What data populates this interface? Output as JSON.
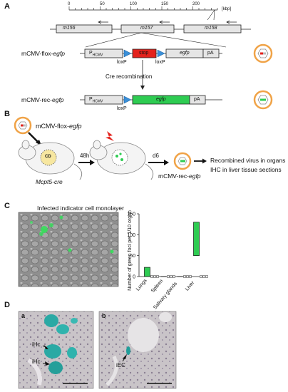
{
  "panel_labels": {
    "a": "A",
    "b": "B",
    "c": "C",
    "d": "D"
  },
  "panelA": {
    "scale_unit": "[kbp]",
    "scale_ticks": [
      "0",
      "50",
      "100",
      "150",
      "200"
    ],
    "genes": [
      "m156",
      "m157",
      "m158"
    ],
    "flox_name": "mCMV-flox-",
    "flox_italic": "egfp",
    "rec_name": "mCMV-rec-",
    "rec_italic": "egfp",
    "promoter": "P",
    "promoter_sub": "HCMV",
    "stop": "stop",
    "egfp": "egfp",
    "pA": "pA",
    "loxP": "loxP",
    "cre_recombination": "Cre recombination"
  },
  "panelB": {
    "virus_label_prefix": "mCMV-flox-",
    "virus_label_italic": "egfp",
    "mouse_label": "Mcpt5-cre",
    "mouse_inside": "CD",
    "time1": "48h",
    "time2": "d6",
    "rec_label_prefix": "mCMV-rec-",
    "rec_label_italic": "egfp",
    "outcome_line1": "Recombined virus in organs",
    "outcome_line2": "IHC in liver tissue sections"
  },
  "panelC": {
    "micrograph_title": "Infected indicator cell monolayer"
  },
  "chart_data": {
    "type": "bar",
    "ylabel": "Number of green foci per 1/10 organ",
    "ylim": [
      0,
      150
    ],
    "yticks": [
      0,
      50,
      100,
      150
    ],
    "categories": [
      "Lungs",
      "Spleen",
      "Salivary glands",
      "Liver"
    ],
    "ranges": [
      [
        0,
        22
      ],
      [
        0,
        0
      ],
      [
        0,
        0
      ],
      [
        50,
        130
      ]
    ],
    "color": "#2ecc52"
  },
  "panelD": {
    "sub_a": "a",
    "sub_b": "b",
    "label_ihc1": "iHc",
    "label_ihc2": "iHc",
    "label_iec": "iEC"
  }
}
